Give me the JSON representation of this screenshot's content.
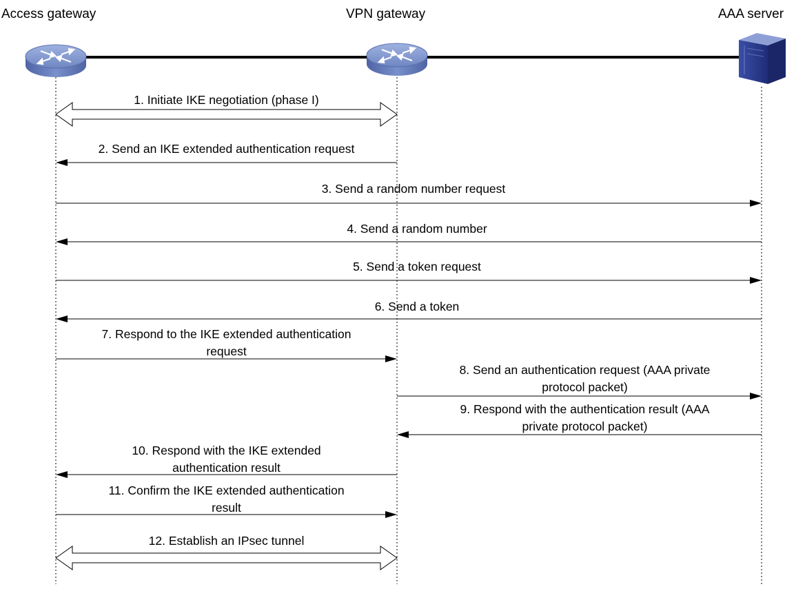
{
  "entities": {
    "access_gateway": "Access gateway",
    "vpn_gateway": "VPN gateway",
    "aaa_server": "AAA server"
  },
  "messages": [
    {
      "text": "1. Initiate IKE negotiation (phase I)",
      "from": "access_gateway",
      "to": "vpn_gateway",
      "style": "double"
    },
    {
      "text": "2. Send an IKE extended authentication request",
      "from": "vpn_gateway",
      "to": "access_gateway",
      "style": "single"
    },
    {
      "text": "3. Send a random number request",
      "from": "access_gateway",
      "to": "aaa_server",
      "style": "single"
    },
    {
      "text": "4. Send a random number",
      "from": "aaa_server",
      "to": "access_gateway",
      "style": "single"
    },
    {
      "text": "5. Send a token request",
      "from": "access_gateway",
      "to": "aaa_server",
      "style": "single"
    },
    {
      "text": "6. Send a token",
      "from": "aaa_server",
      "to": "access_gateway",
      "style": "single"
    },
    {
      "text": "7. Respond to the IKE extended authentication\nrequest",
      "from": "access_gateway",
      "to": "vpn_gateway",
      "style": "single"
    },
    {
      "text": "8. Send an authentication request (AAA private\nprotocol packet)",
      "from": "vpn_gateway",
      "to": "aaa_server",
      "style": "single"
    },
    {
      "text": "9. Respond with the authentication result (AAA\nprivate protocol packet)",
      "from": "aaa_server",
      "to": "vpn_gateway",
      "style": "single"
    },
    {
      "text": "10. Respond with the IKE extended\nauthentication result",
      "from": "vpn_gateway",
      "to": "access_gateway",
      "style": "single"
    },
    {
      "text": "11. Confirm the IKE extended authentication\nresult",
      "from": "access_gateway",
      "to": "vpn_gateway",
      "style": "single"
    },
    {
      "text": "12. Establish an IPsec tunnel",
      "from": "access_gateway",
      "to": "vpn_gateway",
      "style": "double"
    }
  ],
  "icons": {
    "access_gateway": "router-icon",
    "vpn_gateway": "router-icon",
    "aaa_server": "server-icon"
  },
  "colors": {
    "device_blue": "#6f86c2",
    "server_blue": "#2c3d8f",
    "line": "#000000"
  }
}
